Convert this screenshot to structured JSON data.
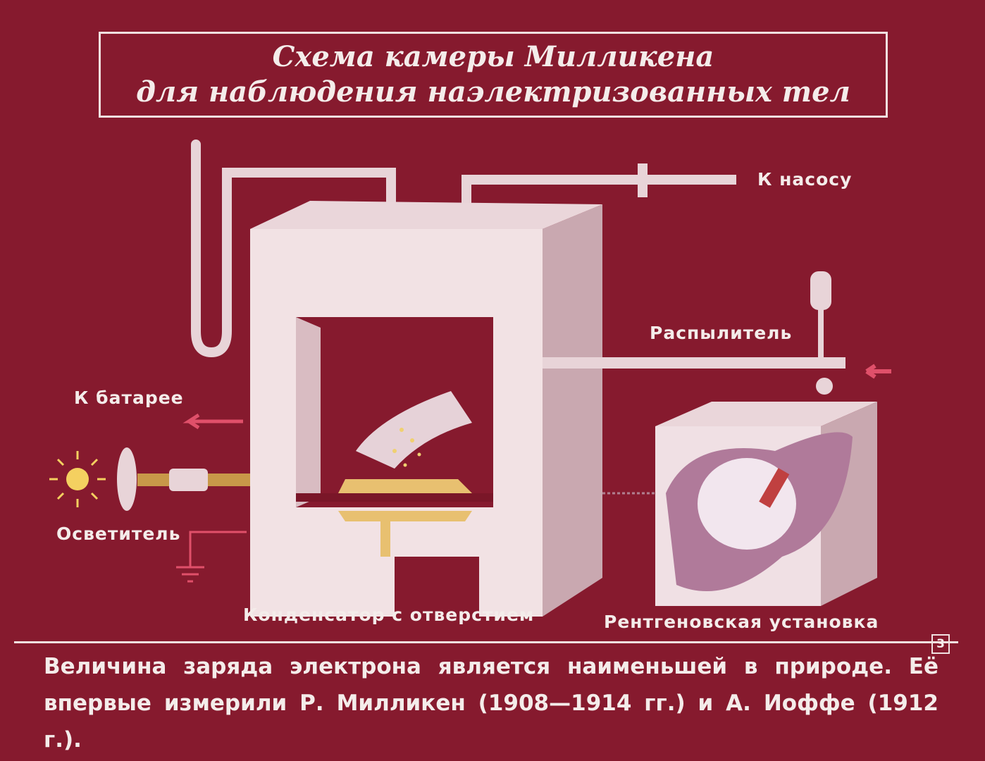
{
  "title": {
    "line1": "Схема камеры Милликена",
    "line2": "для наблюдения наэлектризованных тел"
  },
  "labels": {
    "pump": "К насосу",
    "sprayer": "Распылитель",
    "battery": "К батарее",
    "illuminator": "Осветитель",
    "capacitor": "Конденсатор с отверстием",
    "xray": "Рентгеновская установка"
  },
  "slide_number": "3",
  "caption": {
    "line1": "Величина заряда электрона является наименьшей в природе. Её",
    "line2": "впервые измерили Р. Милликен (1908—1914 гг.) и А. Иоффе (1912 г.)."
  },
  "colors": {
    "background": "#861a2e",
    "apparatus": "#f0dcdc",
    "brass": "#e8c070"
  }
}
